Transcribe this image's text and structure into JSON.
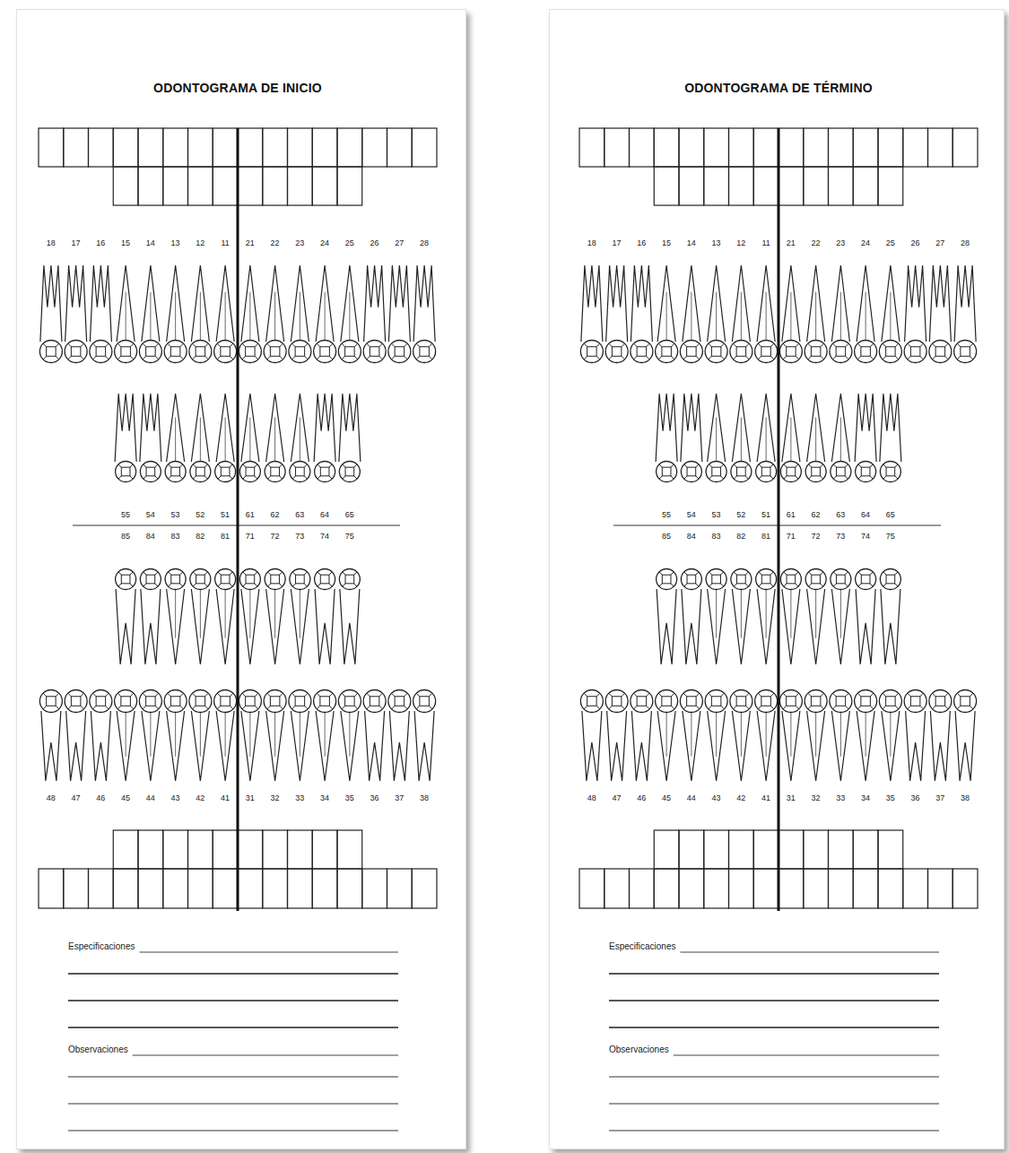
{
  "diagram": {
    "nodes": [
      {
        "text": [
          "ODONTOGRAMA DE INICIO",
          "Especificaciones",
          "Observaciones"
        ]
      },
      {
        "text": [
          "ODONTOGRAMA DE TÉRMINO",
          "Especificaciones",
          "Observaciones"
        ]
      }
    ],
    "labels": [
      "18",
      "17",
      "16",
      "15",
      "14",
      "13",
      "12",
      "11",
      "21",
      "22",
      "23",
      "24",
      "25",
      "26",
      "27",
      "28",
      "55",
      "54",
      "53",
      "52",
      "51",
      "61",
      "62",
      "63",
      "64",
      "65",
      "85",
      "84",
      "83",
      "82",
      "81",
      "71",
      "72",
      "73",
      "74",
      "75",
      "48",
      "47",
      "46",
      "45",
      "44",
      "43",
      "42",
      "41",
      "31",
      "32",
      "33",
      "34",
      "35",
      "36",
      "37",
      "38",
      "18",
      "17",
      "16",
      "15",
      "14",
      "13",
      "12",
      "11",
      "21",
      "22",
      "23",
      "24",
      "25",
      "26",
      "27",
      "28",
      "55",
      "54",
      "53",
      "52",
      "51",
      "61",
      "62",
      "63",
      "64",
      "65",
      "85",
      "84",
      "83",
      "82",
      "81",
      "71",
      "72",
      "73",
      "74",
      "75",
      "48",
      "47",
      "46",
      "45",
      "44",
      "43",
      "42",
      "41",
      "31",
      "32",
      "33",
      "34",
      "35",
      "36",
      "37",
      "38"
    ]
  }
}
